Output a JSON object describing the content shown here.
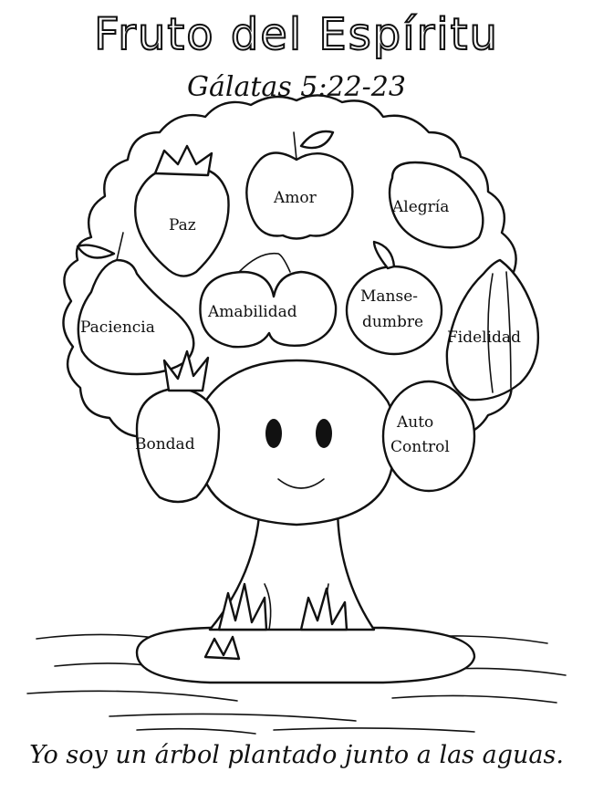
{
  "title": "Fruto del Espíritu",
  "subtitle": "Gálatas 5:22-23",
  "footer": "Yo soy un árbol plantado junto a las aguas.",
  "fruits": {
    "amor": "Amor",
    "alegria": "Alegría",
    "paz": "Paz",
    "paciencia": "Paciencia",
    "amabilidad": "Amabilidad",
    "mansedumbre_1": "Manse-",
    "mansedumbre_2": "dumbre",
    "fidelidad": "Fidelidad",
    "bondad": "Bondad",
    "autocontrol_1": "Auto",
    "autocontrol_2": "Control"
  }
}
